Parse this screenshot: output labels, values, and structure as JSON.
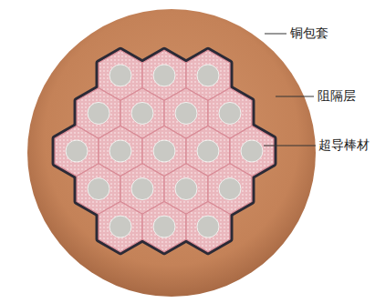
{
  "diagram": {
    "labels": [
      "铜包套",
      "阻隔层",
      "超导棒材"
    ]
  }
}
